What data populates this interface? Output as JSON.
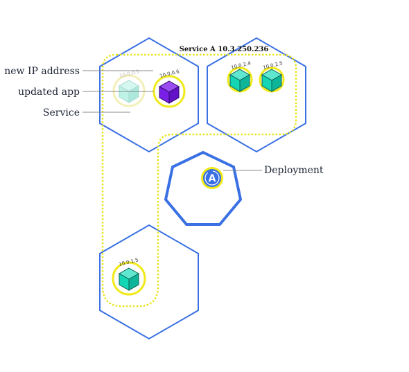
{
  "colors": {
    "node_outline": "#3970e4",
    "service_outline": "#e8e41c",
    "pod_ring": "#f0ea1a",
    "pod_ring_faded": "#f2f0b8",
    "pod_cube": "#14d6b4",
    "pod_cube_dark": "#0d9e85",
    "pod_cube_faded": "#b6f0e4",
    "updated_cube": "#7a1fe6",
    "updated_cube_dark": "#4a0ea0",
    "deployment_badge": "#3970e4",
    "label_text": "#1b2233",
    "leader_line": "#888888"
  },
  "service": {
    "title": "Service A 10.3.250.236"
  },
  "callouts": {
    "new_ip": "new IP address",
    "updated_app": "updated app",
    "service": "Service",
    "deployment": "Deployment"
  },
  "pods": {
    "old_pod": {
      "ip": "10.0.0.5",
      "icon": "cube-icon"
    },
    "updated_pod": {
      "ip": "10.0.0.6",
      "icon": "cube-icon"
    },
    "pod_a": {
      "ip": "10.0.2.4",
      "icon": "cube-icon"
    },
    "pod_b": {
      "ip": "10.0.2.5",
      "icon": "cube-icon"
    },
    "pod_c": {
      "ip": "10.0.1.5",
      "icon": "cube-icon"
    }
  },
  "deployment": {
    "letter": "A",
    "icon": "deployment-icon"
  }
}
